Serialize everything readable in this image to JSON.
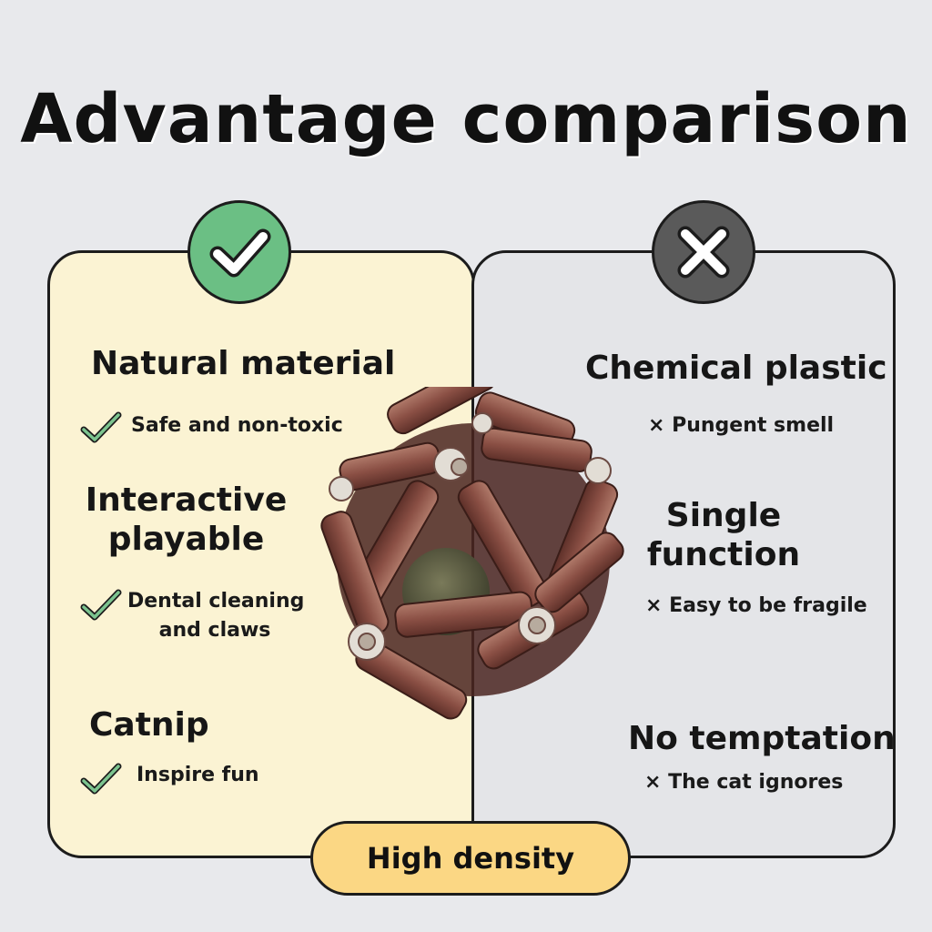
{
  "title": "Advantage comparison",
  "left": {
    "items": [
      {
        "heading": "Natural material",
        "point": "Safe and non-toxic"
      },
      {
        "heading_lines": [
          "Interactive",
          "playable"
        ],
        "point_lines": [
          "Dental cleaning",
          "and claws"
        ]
      },
      {
        "heading": "Catnip",
        "point": "Inspire fun"
      }
    ]
  },
  "right": {
    "items": [
      {
        "heading": "Chemical plastic",
        "point": "× Pungent smell"
      },
      {
        "heading_lines": [
          "Single",
          "function"
        ],
        "point": "× Easy to be fragile"
      },
      {
        "heading": "No temptation",
        "point": "× The cat ignores"
      }
    ]
  },
  "footer": {
    "label": "High density"
  },
  "icons": {
    "good_badge": "check-icon",
    "bad_badge": "x-icon",
    "bullet": "check-icon"
  },
  "colors": {
    "good": "#6bbf84",
    "bad": "#5a5a5a",
    "left_panel": "#fbf3d3",
    "pill": "#fbd784"
  }
}
